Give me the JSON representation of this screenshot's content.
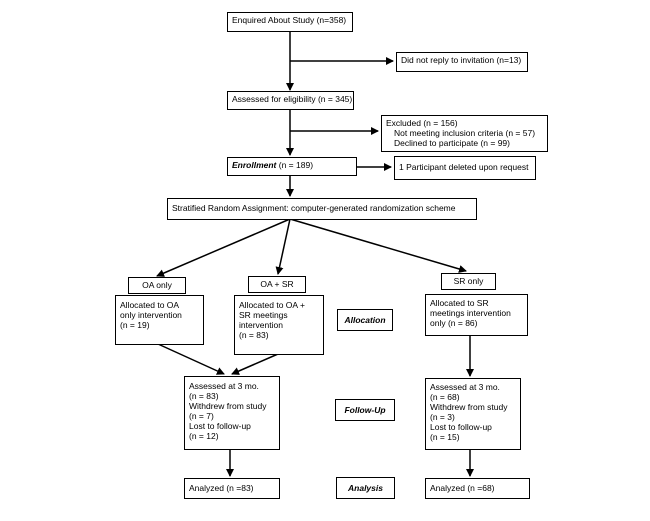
{
  "enquired": "Enquired About Study (n=358)",
  "no_reply": "Did not reply to invitation (n=13)",
  "assessed": "Assessed for eligibility (n = 345)",
  "excluded": {
    "line1": "Excluded (n = 156)",
    "line2": "Not meeting inclusion criteria (n = 57)",
    "line3": "Declined to participate (n = 99)"
  },
  "enrollment": {
    "label": "Enrollment",
    "count": " (n = 189)"
  },
  "deleted": "1 Participant deleted upon request",
  "random": "Stratified Random Assignment: computer-generated randomization scheme",
  "arms": {
    "oa": "OA only",
    "oasr": "OA + SR",
    "sr": "SR only"
  },
  "alloc": {
    "oa": [
      "Allocated to OA",
      "only intervention",
      "(n = 19)"
    ],
    "oasr": [
      "Allocated to OA +",
      "SR meetings",
      "intervention",
      "(n = 83)"
    ],
    "sr": [
      "Allocated to SR",
      "meetings intervention",
      "only (n = 86)"
    ]
  },
  "stages": {
    "allocation": "Allocation",
    "followup": "Follow-Up",
    "analysis": "Analysis"
  },
  "followup": {
    "left": [
      "Assessed at 3 mo.",
      "(n = 83)",
      "Withdrew from study",
      "(n = 7)",
      "Lost to follow-up",
      "(n = 12)"
    ],
    "right": [
      "Assessed at 3 mo.",
      "(n = 68)",
      "Withdrew from study",
      "(n = 3)",
      "Lost to follow-up",
      "(n = 15)"
    ]
  },
  "analyzed": {
    "left": "Analyzed (n =83)",
    "right": "Analyzed (n =68)"
  }
}
